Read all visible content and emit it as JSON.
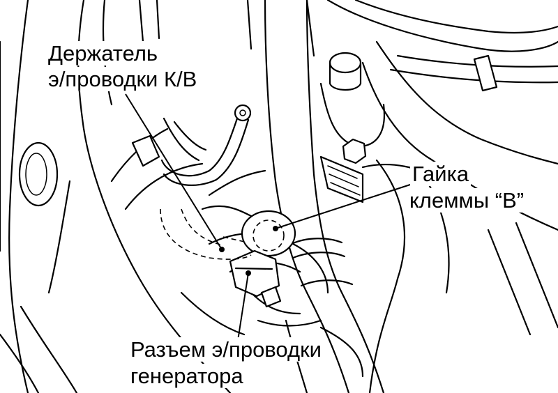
{
  "labels": {
    "harness_holder": [
      "Держатель",
      "э/проводки  К/В"
    ],
    "terminal_nut": [
      "Гайка",
      "клеммы “В”"
    ],
    "generator_connector": [
      "Разъем э/проводки",
      "генератора"
    ]
  }
}
